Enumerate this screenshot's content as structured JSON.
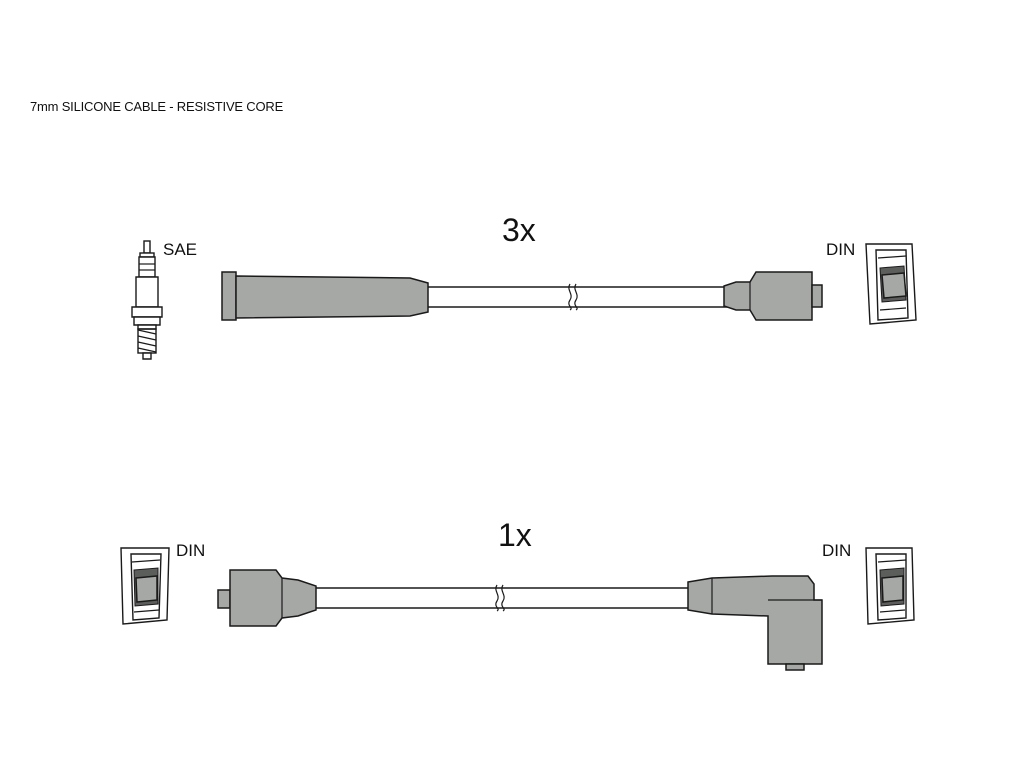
{
  "caption": "7mm SILICONE CABLE - RESISTIVE CORE",
  "leads": [
    {
      "quantity": "3x",
      "left_terminal": "SAE",
      "right_terminal": "DIN"
    },
    {
      "quantity": "1x",
      "left_terminal": "DIN",
      "right_terminal": "DIN"
    }
  ],
  "colors": {
    "boot": "#a6a8a5",
    "outline": "#1a1a1a",
    "background": "#ffffff"
  }
}
